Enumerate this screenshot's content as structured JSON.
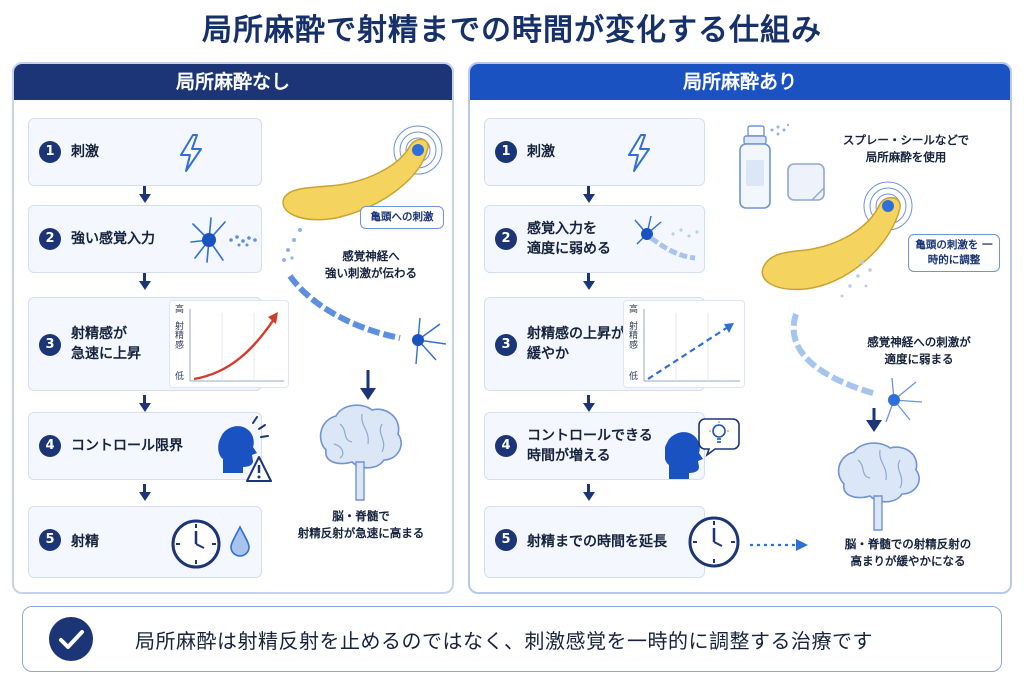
{
  "title": "局所麻酔で射精までの時間が変化する仕組み",
  "left_panel": {
    "header": "局所麻酔なし",
    "steps": [
      {
        "num": "1",
        "label": "刺激"
      },
      {
        "num": "2",
        "label": "強い感覚入力"
      },
      {
        "num": "3",
        "label": "射精感が\n急速に上昇"
      },
      {
        "num": "4",
        "label": "コントロール限界"
      },
      {
        "num": "5",
        "label": "射精"
      }
    ],
    "chart": {
      "y_high": "高",
      "y_axis": "射精感",
      "y_low": "低",
      "trend": "rapid"
    },
    "callout": "亀頭への刺激",
    "nerve_caption": "感覚神経へ\n強い刺激が伝わる",
    "brain_caption": "脳・脊髄で\n射精反射が急速に高まる"
  },
  "right_panel": {
    "header": "局所麻酔あり",
    "steps": [
      {
        "num": "1",
        "label": "刺激"
      },
      {
        "num": "2",
        "label": "感覚入力を\n適度に弱める"
      },
      {
        "num": "3",
        "label": "射精感の上昇が\n緩やか"
      },
      {
        "num": "4",
        "label": "コントロールできる\n時間が増える"
      },
      {
        "num": "5",
        "label": "射精までの時間を延長"
      }
    ],
    "chart": {
      "y_high": "高",
      "y_axis": "射精感",
      "y_low": "低",
      "trend": "gradual"
    },
    "spray_caption": "スプレー・シールなどで\n局所麻酔を使用",
    "callout": "亀頭の刺激を\n一時的に調整",
    "nerve_caption": "感覚神経への刺激が\n適度に弱まる",
    "brain_caption": "脳・脊髄での射精反射の\n高まりが緩やかになる"
  },
  "summary": "局所麻酔は射精反射を止めるのではなく、刺激感覚を一時的に調整する治療です",
  "colors": {
    "navy": "#1b3577",
    "royal": "#1b52c2",
    "accent_blue": "#2f6fd8",
    "red_curve": "#d23a2a",
    "banana": "#f4d35e"
  }
}
